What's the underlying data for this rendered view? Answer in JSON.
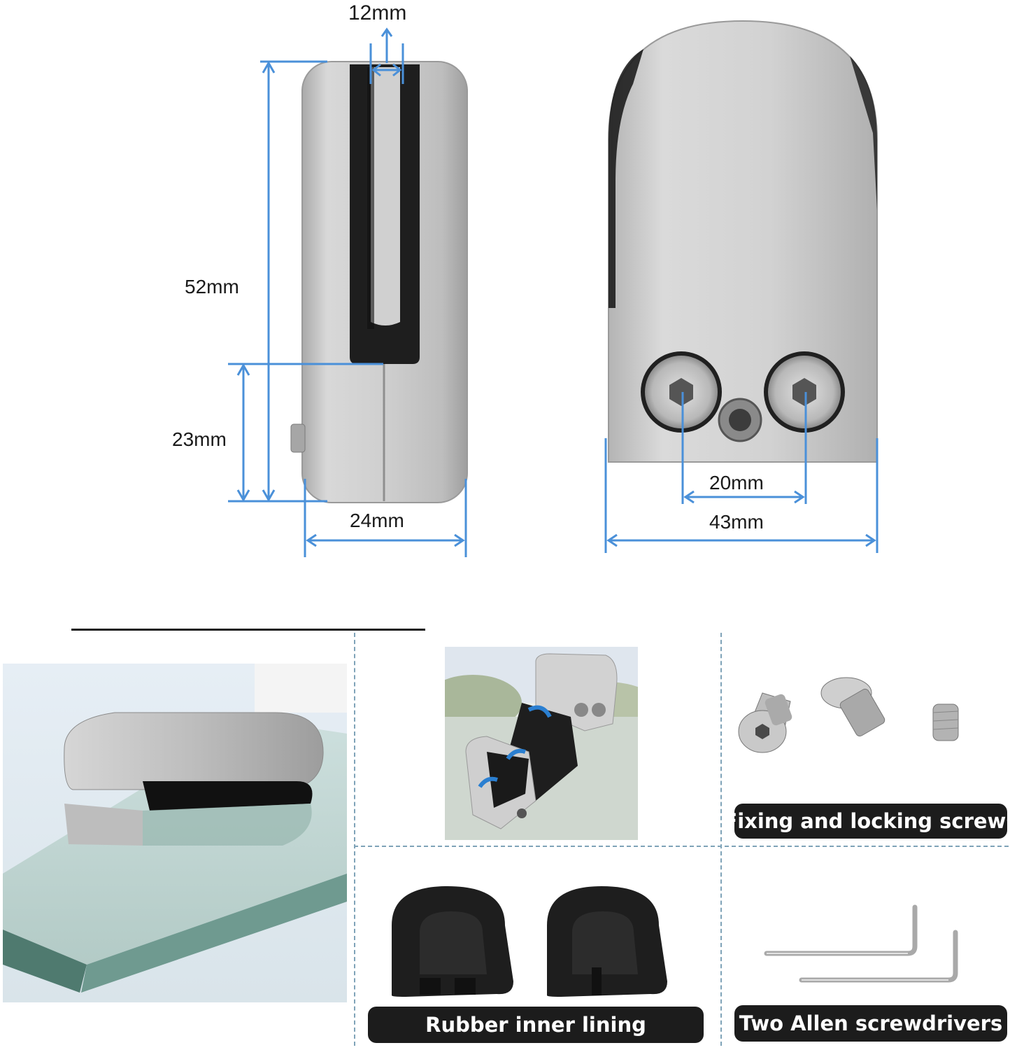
{
  "dimensions": {
    "gap": "12mm",
    "height": "52mm",
    "lower_height": "23mm",
    "depth": "24mm",
    "hole_spacing": "20mm",
    "width": "43mm"
  },
  "captions": {
    "screws": "Fixing and locking screws",
    "rubber": "Rubber inner lining",
    "allen": "Two Allen screwdrivers"
  },
  "colors": {
    "dimension_line": "#4a90d9",
    "caption_bg": "#1c1c1c",
    "steel": "#c9c9c9",
    "rubber": "#1e1e1e",
    "glass": "#6f9a90"
  }
}
